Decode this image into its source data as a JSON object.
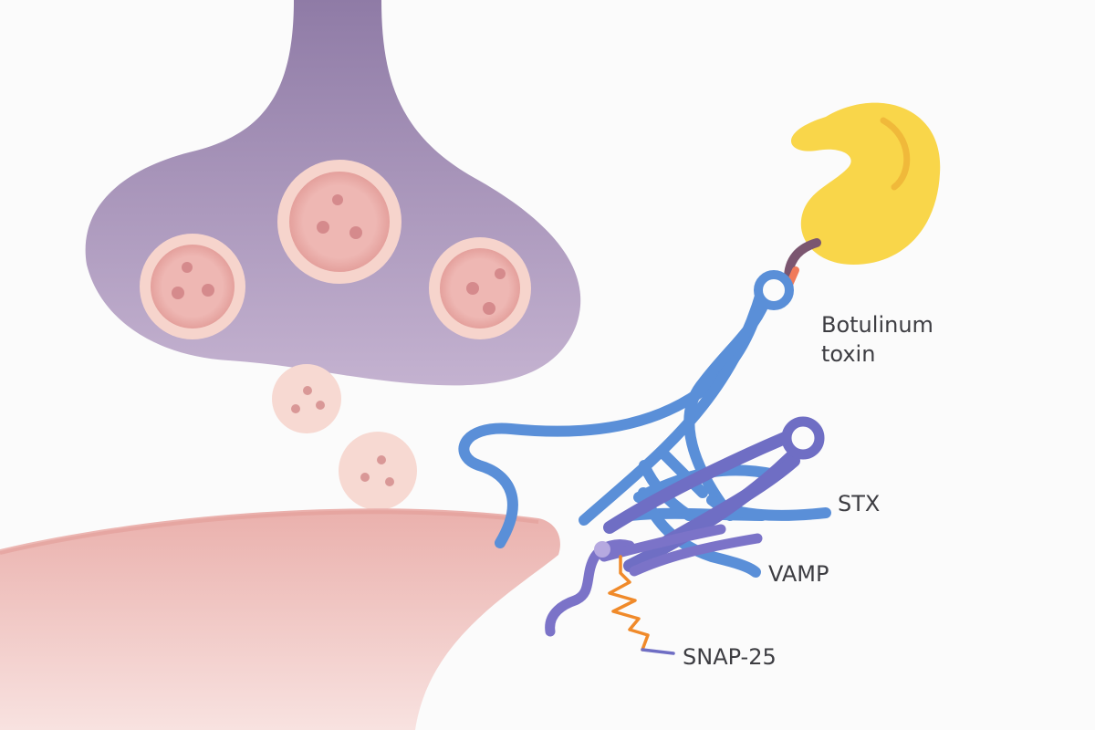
{
  "labels": {
    "toxin_line1": "Botulinum",
    "toxin_line2": "toxin",
    "stx": "STX",
    "vamp": "VAMP",
    "snap25": "SNAP-25"
  },
  "colors": {
    "presynaptic_terminal": "#9d8bb0",
    "postsynaptic_membrane": "#f0c4c0",
    "vesicle": "#f6d4cc",
    "toxin": "#f9d64a",
    "stx": "#5a8fd8",
    "vamp": "#6f6ec4",
    "snap25": "#7b73c8",
    "cleavage": "#f08a2a"
  }
}
